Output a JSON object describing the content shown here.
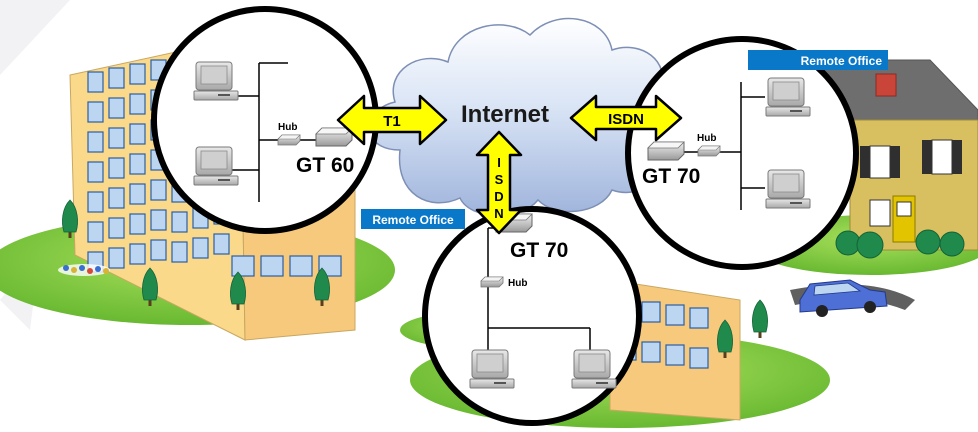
{
  "cloud": {
    "label": "Internet"
  },
  "links": {
    "t1": "T1",
    "isdn_right": "ISDN",
    "isdn_down_letters": [
      "I",
      "S",
      "D",
      "N"
    ]
  },
  "headquarters": {
    "router": "GT 60",
    "hub": "Hub"
  },
  "remote_right": {
    "banner": "Remote Office",
    "router": "GT 70",
    "hub": "Hub"
  },
  "remote_bottom": {
    "banner": "Remote Office",
    "router": "GT 70",
    "hub": "Hub"
  },
  "colors": {
    "cloud": "#b9cbe9",
    "arrow_fill": "#ffff00",
    "banner_blue": "#0a78c8",
    "grass": "#7fcf3c",
    "building": "#fbd98a",
    "window_blue": "#bcd6f2",
    "house_wall": "#d8c060",
    "roof": "#6e6e6e",
    "car": "#4d6fd6"
  }
}
